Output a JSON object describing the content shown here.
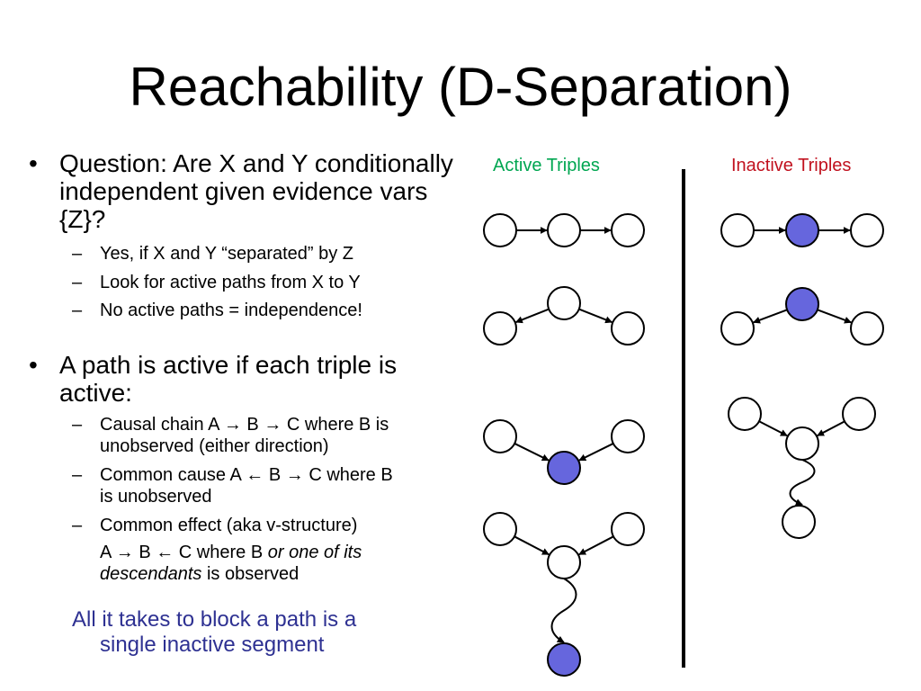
{
  "slide": {
    "title": "Reachability (D-Separation)",
    "bullets": [
      {
        "text": "Question: Are X and Y conditionally independent given evidence vars {Z}?",
        "subs": [
          "Yes, if X and Y “separated” by Z",
          "Look for active paths from X to Y",
          "No active paths = independence!"
        ]
      },
      {
        "text": "A path is active if each triple is active:",
        "subs": [
          "Causal chain A → B → C where B is unobserved (either direction)",
          "Common cause A ← B → C where B is unobserved",
          "Common effect (aka v-structure)"
        ],
        "v_structure_detail": {
          "prefix": "A → B ← C where B ",
          "italic": "or one of its descendants",
          "suffix": " is observed"
        }
      }
    ],
    "note_line1": "All it takes to block a path is a",
    "note_line2": "single inactive segment"
  },
  "diagram": {
    "active_header": "Active Triples",
    "inactive_header": "Inactive Triples",
    "colors": {
      "active_header": "#00a651",
      "inactive_header": "#c1121f",
      "observed_node": "#6666dd",
      "unobserved_node": "#ffffff",
      "stroke": "#000000",
      "note": "#2e3192"
    }
  }
}
